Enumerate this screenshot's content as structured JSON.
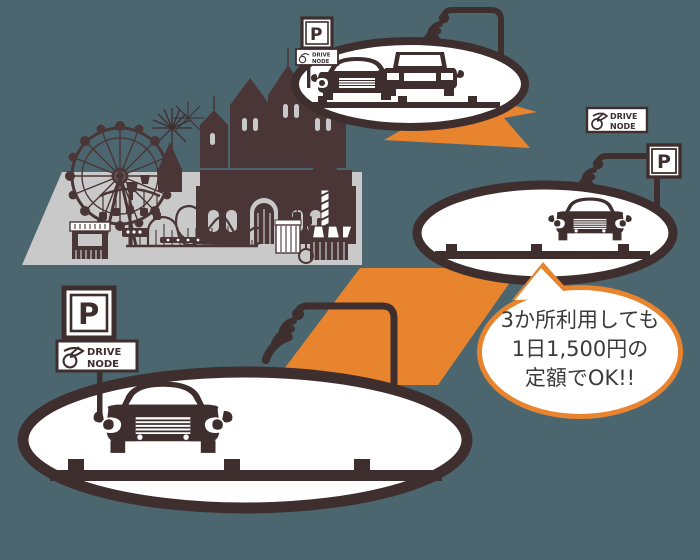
{
  "figure": {
    "title": "DRIVE NODE parking service illustration",
    "background_color": "#4c6670",
    "accent_color": "#e8832e",
    "ink_color": "#3e2e2e",
    "plate_color": "#c9c9c9",
    "white": "#ffffff"
  },
  "callout": {
    "name": "price-callout",
    "lines": [
      "3か所利用しても",
      "1日1,500円の",
      "定額でOK!!"
    ],
    "outline_color": "#e8832e",
    "fill_color": "#ffffff",
    "text_color": "#3b3b3b"
  },
  "signs": {
    "brand_label_line1": "DRIVE",
    "brand_label_line2": "NODE",
    "parking_label": "P",
    "items": [
      {
        "id": "sign-top",
        "name": "parking-sign-top",
        "parking": "P",
        "brand1": "DRIVE",
        "brand2": "NODE"
      },
      {
        "id": "sign-right",
        "name": "parking-sign-right",
        "parking": "P",
        "brand1": "DRIVE",
        "brand2": "NODE"
      },
      {
        "id": "sign-bottom",
        "name": "parking-sign-bottom",
        "parking": "P",
        "brand1": "DRIVE",
        "brand2": "NODE"
      }
    ]
  },
  "nodes": [
    {
      "id": "node-top",
      "name": "parking-node-top",
      "car_count": 2,
      "has_wifi": true,
      "has_lamp": true
    },
    {
      "id": "node-right",
      "name": "parking-node-right",
      "car_count": 1,
      "has_wifi": true,
      "has_lamp": true
    },
    {
      "id": "node-bottom",
      "name": "parking-node-bottom",
      "car_count": 1,
      "has_wifi": true,
      "has_lamp": true
    }
  ],
  "arrows": [
    {
      "id": "arrow-right-to-top",
      "name": "route-arrow-upper",
      "color": "#e8832e"
    },
    {
      "id": "arrow-bottom-to-right",
      "name": "route-arrow-lower",
      "color": "#e8832e"
    }
  ],
  "park": {
    "name": "amusement-park-scene",
    "attractions": [
      "ferris-wheel",
      "castle",
      "roller-coaster",
      "swing-carousel",
      "ticket-booth",
      "food-stall",
      "fireworks",
      "street-lamps"
    ],
    "platform_color": "#c9c9c9"
  },
  "icons": {
    "wifi": "wifi-waves-icon",
    "scooter": "scooter-icon",
    "parking": "parking-p-icon",
    "lamp": "street-lamp-icon",
    "car": "car-front-icon"
  }
}
